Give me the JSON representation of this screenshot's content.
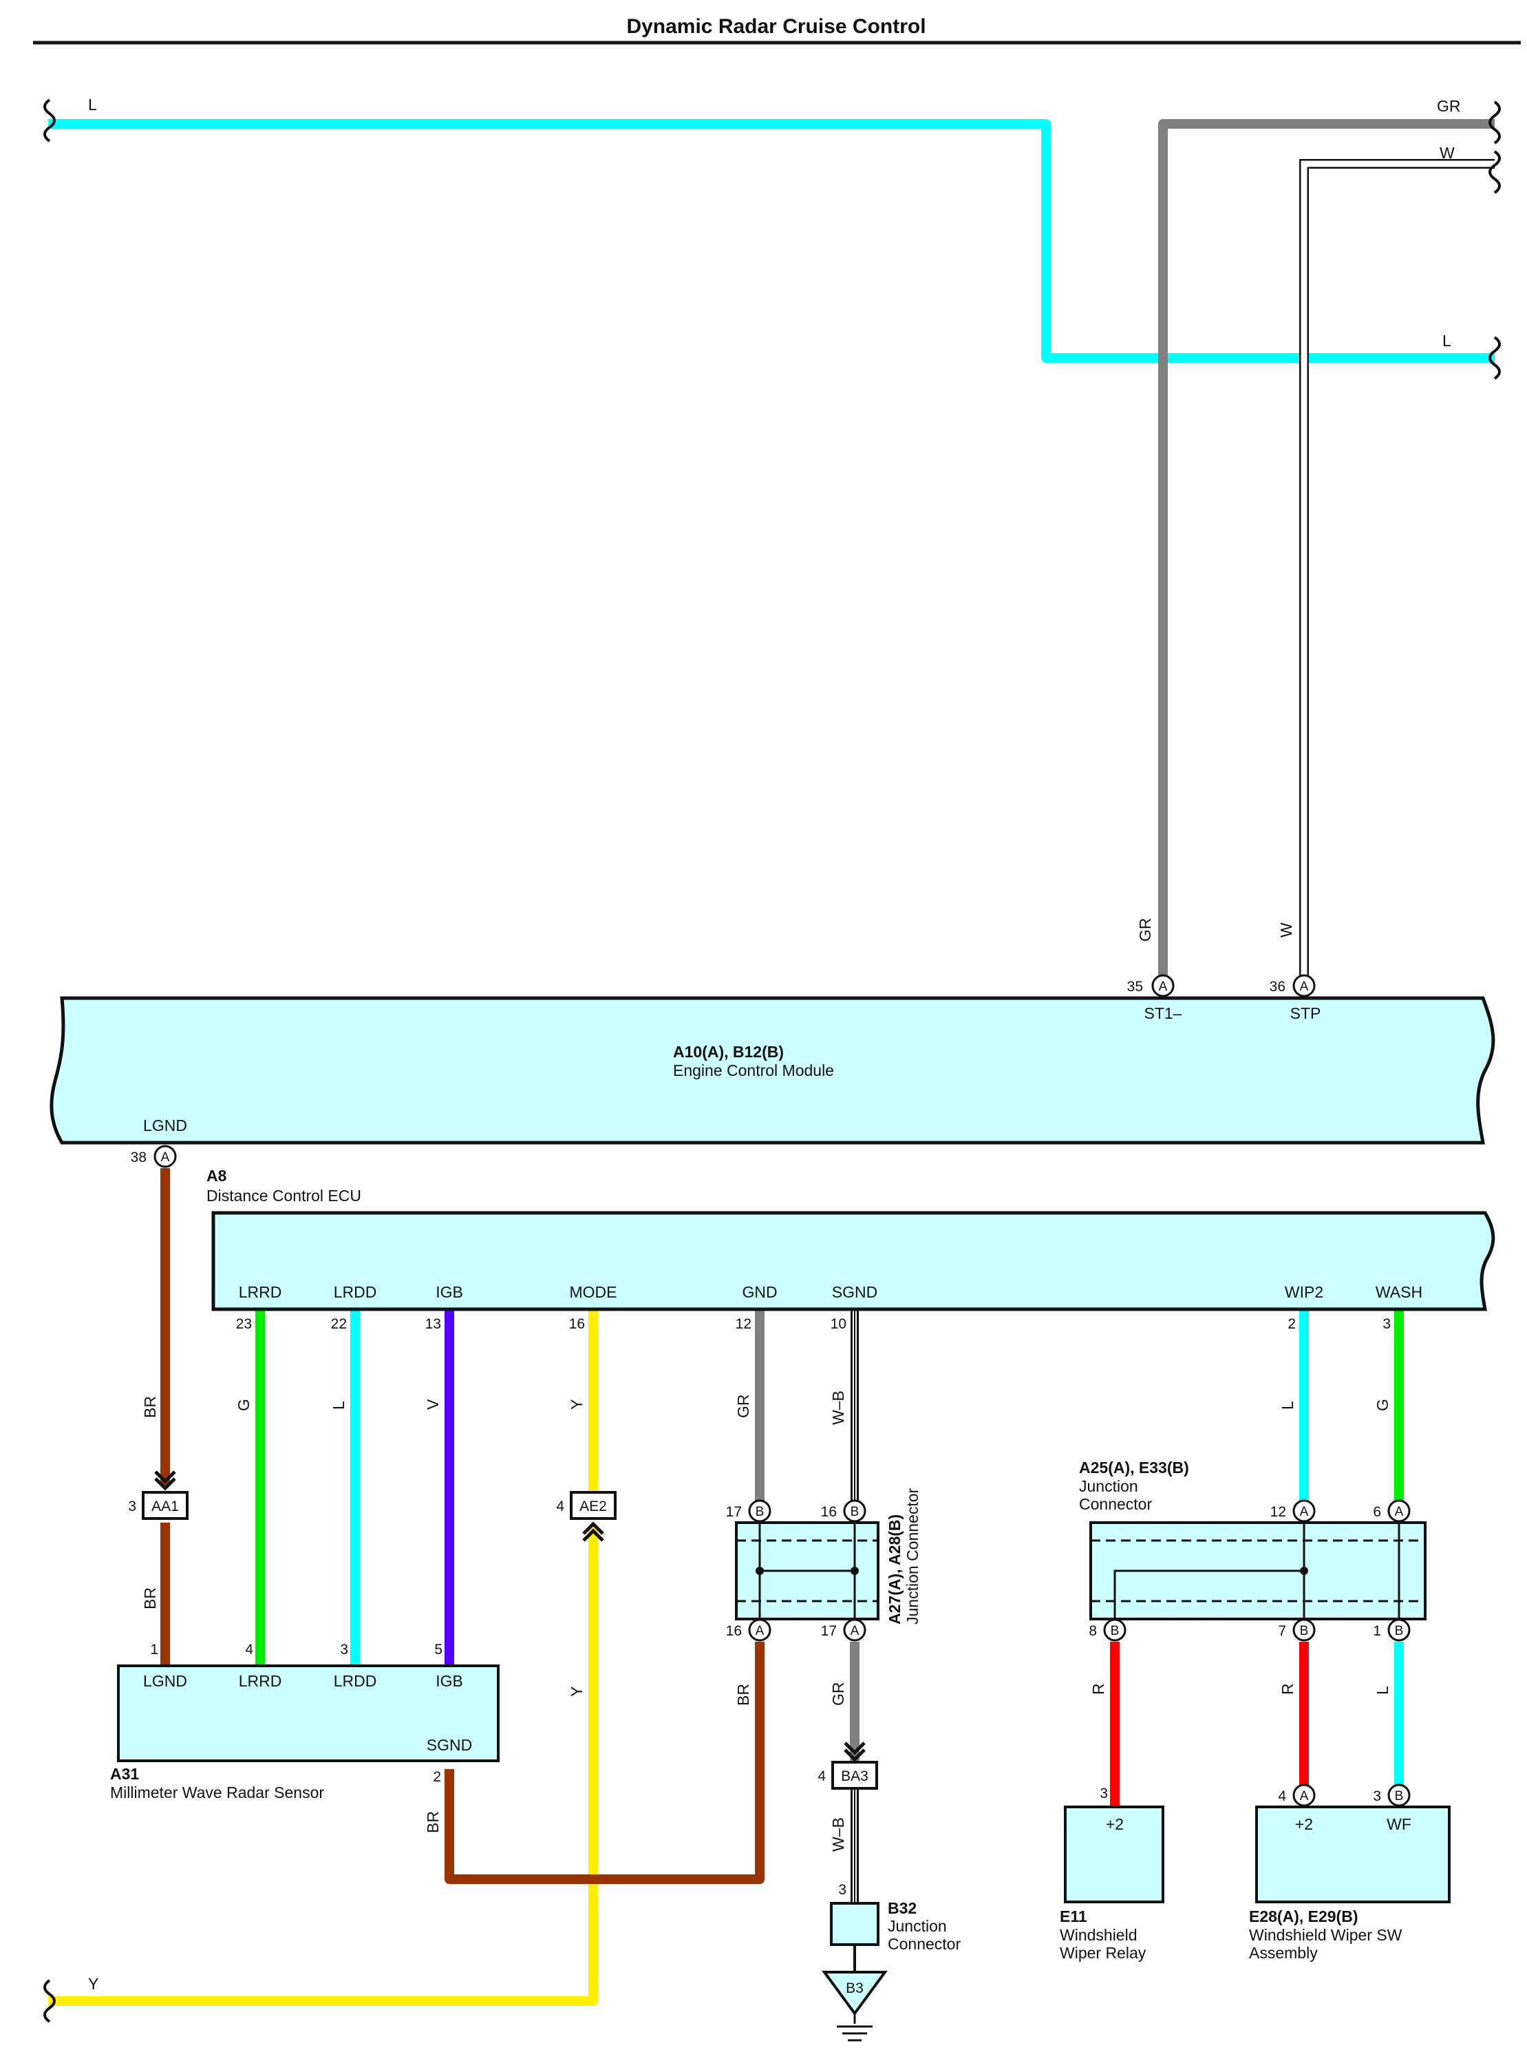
{
  "title": "Dynamic Radar Cruise Control",
  "colors": {
    "L": "#00ffff",
    "GR": "#808080",
    "W": "#ffffff",
    "BR": "#993300",
    "G": "#00ee00",
    "V": "#5500ff",
    "Y": "#ffee00",
    "R": "#ff0000",
    "box_fill": "#ccffff",
    "line": "#111111"
  },
  "wire_labels": {
    "top_left_L": "L",
    "top_right_GR": "GR",
    "top_right_W": "W",
    "right_L": "L",
    "ecm_gr": "GR",
    "ecm_w": "W",
    "lgnd_br_upper": "BR",
    "lgnd_br_lower": "BR",
    "lrrd_g": "G",
    "lrdd_l": "L",
    "igb_v": "V",
    "mode_y_upper": "Y",
    "mode_y_lower": "Y",
    "gnd_gr": "GR",
    "sgnd_wb": "W–B",
    "jc_br": "BR",
    "jc_gr": "GR",
    "ba3_wb": "W–B",
    "sgnd_br": "BR",
    "wip2_l": "L",
    "wash_g": "G",
    "relay_r": "R",
    "sw_r": "R",
    "sw_l": "L",
    "bottom_left_Y": "Y"
  },
  "ecm": {
    "code": "A10(A), B12(B)",
    "name": "Engine Control Module",
    "pins": {
      "st1": {
        "num": "35",
        "conn": "A",
        "name": "ST1–"
      },
      "stp": {
        "num": "36",
        "conn": "A",
        "name": "STP"
      },
      "lgnd": {
        "num": "38",
        "conn": "A",
        "name": "LGND"
      }
    }
  },
  "ecu": {
    "code": "A8",
    "name": "Distance Control ECU",
    "pins": {
      "lrrd": {
        "num": "23",
        "name": "LRRD"
      },
      "lrdd": {
        "num": "22",
        "name": "LRDD"
      },
      "igb": {
        "num": "13",
        "name": "IGB"
      },
      "mode": {
        "num": "16",
        "name": "MODE"
      },
      "gnd": {
        "num": "12",
        "name": "GND"
      },
      "sgnd": {
        "num": "10",
        "name": "SGND"
      },
      "wip2": {
        "num": "2",
        "name": "WIP2"
      },
      "wash": {
        "num": "3",
        "name": "WASH"
      }
    }
  },
  "connectors": {
    "aa1": {
      "num": "3",
      "name": "AA1"
    },
    "ae2": {
      "num": "4",
      "name": "AE2"
    },
    "ba3": {
      "num": "4",
      "name": "BA3"
    }
  },
  "radar_sensor": {
    "code": "A31",
    "name": "Millimeter Wave Radar Sensor",
    "pins": {
      "lgnd": {
        "num": "1",
        "name": "LGND"
      },
      "lrrd": {
        "num": "4",
        "name": "LRRD"
      },
      "lrdd": {
        "num": "3",
        "name": "LRDD"
      },
      "igb": {
        "num": "5",
        "name": "IGB"
      },
      "sgnd": {
        "num": "2",
        "name": "SGND"
      }
    }
  },
  "junction_a27": {
    "label": "A27(A), A28(B)",
    "label2": "Junction Connector",
    "pins": {
      "top_left": {
        "num": "17",
        "conn": "B"
      },
      "top_right": {
        "num": "16",
        "conn": "B"
      },
      "bot_left": {
        "num": "16",
        "conn": "A"
      },
      "bot_right": {
        "num": "17",
        "conn": "A"
      }
    }
  },
  "junction_a25": {
    "code": "A25(A), E33(B)",
    "name_line1": "Junction",
    "name_line2": "Connector",
    "pins": {
      "top_mid": {
        "num": "12",
        "conn": "A"
      },
      "top_right": {
        "num": "6",
        "conn": "A"
      },
      "bot_left": {
        "num": "8",
        "conn": "B"
      },
      "bot_mid": {
        "num": "7",
        "conn": "B"
      },
      "bot_right": {
        "num": "1",
        "conn": "B"
      }
    }
  },
  "junction_b32": {
    "code": "B32",
    "name_line1": "Junction",
    "name_line2": "Connector",
    "pin": {
      "num": "3"
    }
  },
  "ground": {
    "name": "B3"
  },
  "relay_e11": {
    "code": "E11",
    "name_line1": "Windshield",
    "name_line2": "Wiper Relay",
    "pin": {
      "num": "3",
      "name": "+2"
    }
  },
  "switch_e28": {
    "code": "E28(A), E29(B)",
    "name_line1": "Windshield Wiper SW",
    "name_line2": "Assembly",
    "pins": {
      "p2": {
        "num": "4",
        "conn": "A",
        "name": "+2"
      },
      "wf": {
        "num": "3",
        "conn": "B",
        "name": "WF"
      }
    }
  }
}
